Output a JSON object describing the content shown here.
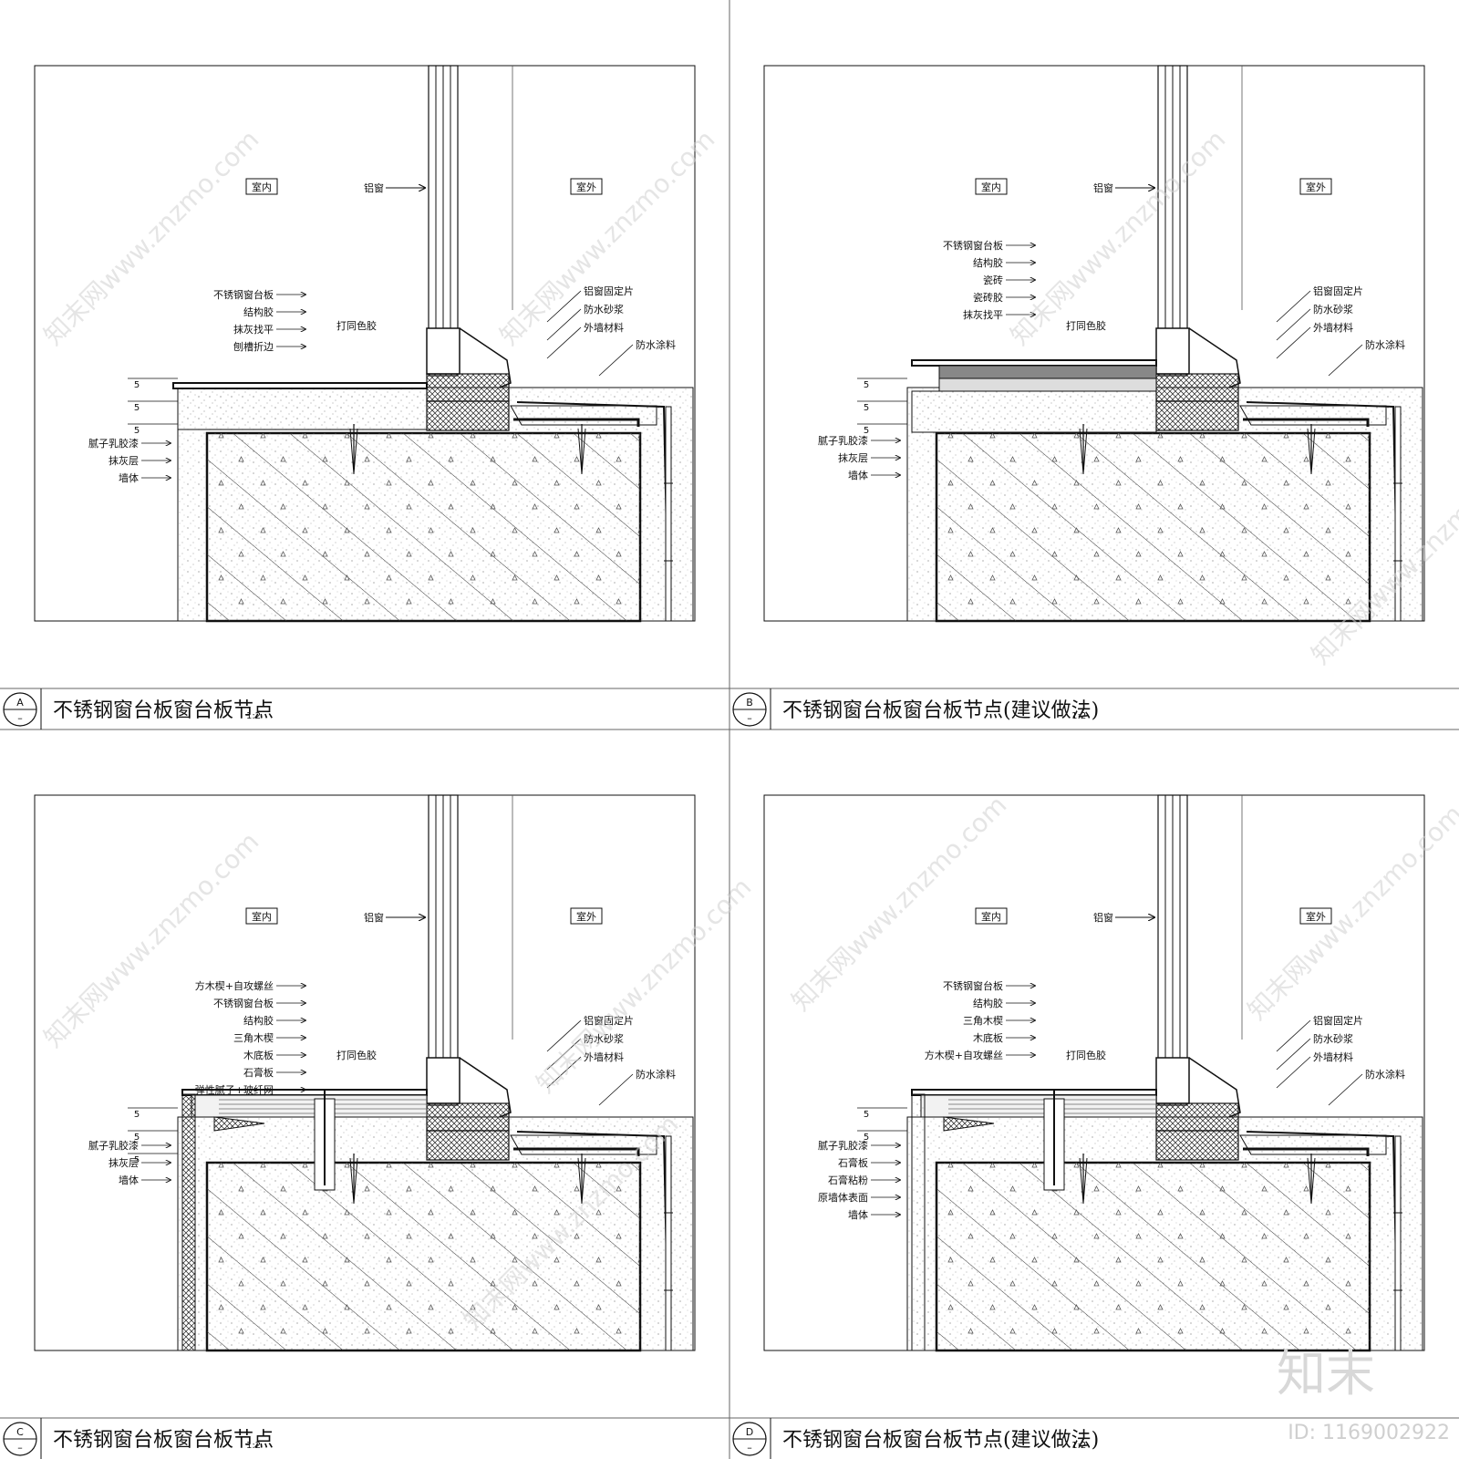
{
  "panels": [
    {
      "id": "A",
      "title": "不锈钢窗台板窗台板节点",
      "scale": "1:2",
      "inside_label": "室内",
      "outside_label": "室外",
      "window_label": "铝窗",
      "left_labels": [
        "不锈钢窗台板",
        "结构胶",
        "抹灰找平",
        "刨槽折边",
        "腻子乳胶漆",
        "抹灰层",
        "墙体"
      ],
      "right_labels": [
        "打同色胶",
        "铝窗固定片",
        "防水砂浆",
        "外墙材料",
        "防水涂料"
      ],
      "dims": [
        "5",
        "5",
        "5"
      ]
    },
    {
      "id": "B",
      "title": "不锈钢窗台板窗台板节点(建议做法)",
      "scale": "1:2",
      "inside_label": "室内",
      "outside_label": "室外",
      "window_label": "铝窗",
      "left_labels": [
        "不锈钢窗台板",
        "结构胶",
        "瓷砖",
        "瓷砖胶",
        "抹灰找平",
        "腻子乳胶漆",
        "抹灰层",
        "墙体"
      ],
      "right_labels": [
        "打同色胶",
        "铝窗固定片",
        "防水砂浆",
        "外墙材料",
        "防水涂料"
      ],
      "dims": [
        "5",
        "5",
        "5"
      ]
    },
    {
      "id": "C",
      "title": "不锈钢窗台板窗台板节点",
      "scale": "1:2",
      "inside_label": "室内",
      "outside_label": "室外",
      "window_label": "铝窗",
      "left_labels": [
        "方木楔+自攻螺丝",
        "不锈钢窗台板",
        "结构胶",
        "三角木楔",
        "木底板",
        "石膏板",
        "弹性腻子+玻纤网",
        "腻子乳胶漆",
        "抹灰层",
        "墙体"
      ],
      "right_labels": [
        "打同色胶",
        "铝窗固定片",
        "防水砂浆",
        "外墙材料",
        "防水涂料"
      ],
      "dims": [
        "5",
        "5",
        "5"
      ]
    },
    {
      "id": "D",
      "title": "不锈钢窗台板窗台板节点(建议做法)",
      "scale": "1:2",
      "inside_label": "室内",
      "outside_label": "室外",
      "window_label": "铝窗",
      "left_labels": [
        "不锈钢窗台板",
        "结构胶",
        "三角木楔",
        "木底板",
        "方木楔+自攻螺丝",
        "腻子乳胶漆",
        "石膏板",
        "石膏粘粉",
        "原墙体表面",
        "墙体"
      ],
      "right_labels": [
        "打同色胶",
        "铝窗固定片",
        "防水砂浆",
        "外墙材料",
        "防水涂料"
      ],
      "dims": [
        "5",
        "5"
      ]
    }
  ],
  "watermark": {
    "text": "知末网www.znzmo.com",
    "logo": "知末",
    "id_text": "ID: 1169002922"
  },
  "colors": {
    "line": "#111111",
    "hatch": "#333333",
    "mortar": "#e6e6e6",
    "watermark": "#cfcfcf"
  }
}
